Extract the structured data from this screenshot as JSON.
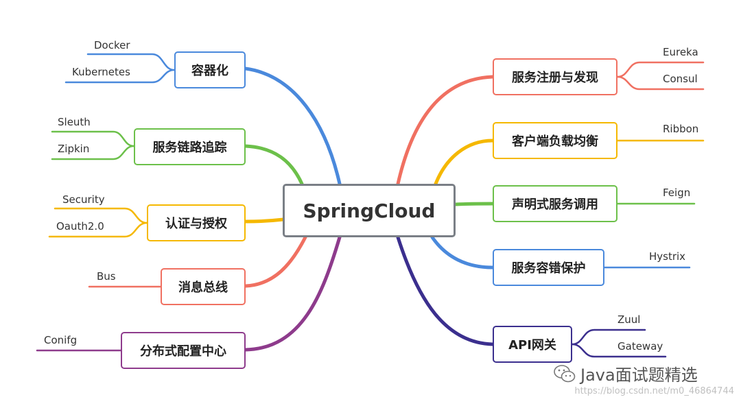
{
  "root": {
    "label": "SpringCloud",
    "color": "#7a7f86"
  },
  "left_topics": [
    {
      "id": "container",
      "label": "容器化",
      "color": "#4a89dc",
      "leaves": [
        "Docker",
        "Kubernetes"
      ]
    },
    {
      "id": "tracing",
      "label": "服务链路追踪",
      "color": "#6cc04a",
      "leaves": [
        "Sleuth",
        "Zipkin"
      ]
    },
    {
      "id": "auth",
      "label": "认证与授权",
      "color": "#f5b800",
      "leaves": [
        "Security",
        "Oauth2.0"
      ]
    },
    {
      "id": "bus",
      "label": "消息总线",
      "color": "#f07061",
      "leaves": [
        "Bus"
      ]
    },
    {
      "id": "config",
      "label": "分布式配置中心",
      "color": "#8e3b8c",
      "leaves": [
        "Conifg"
      ]
    }
  ],
  "right_topics": [
    {
      "id": "registry",
      "label": "服务注册与发现",
      "color": "#f07061",
      "leaves": [
        "Eureka",
        "Consul"
      ]
    },
    {
      "id": "lb",
      "label": "客户端负载均衡",
      "color": "#f5b800",
      "leaves": [
        "Ribbon"
      ]
    },
    {
      "id": "feign",
      "label": "声明式服务调用",
      "color": "#6cc04a",
      "leaves": [
        "Feign"
      ]
    },
    {
      "id": "hystrix",
      "label": "服务容错保护",
      "color": "#4a89dc",
      "leaves": [
        "Hystrix"
      ]
    },
    {
      "id": "gateway",
      "label": "API网关",
      "color": "#3b2f8e",
      "leaves": [
        "Zuul",
        "Gateway"
      ]
    }
  ],
  "watermark": {
    "text": "Java面试题精选",
    "icon": "wechat-icon"
  },
  "url_watermark": "https://blog.csdn.net/m0_46864744"
}
